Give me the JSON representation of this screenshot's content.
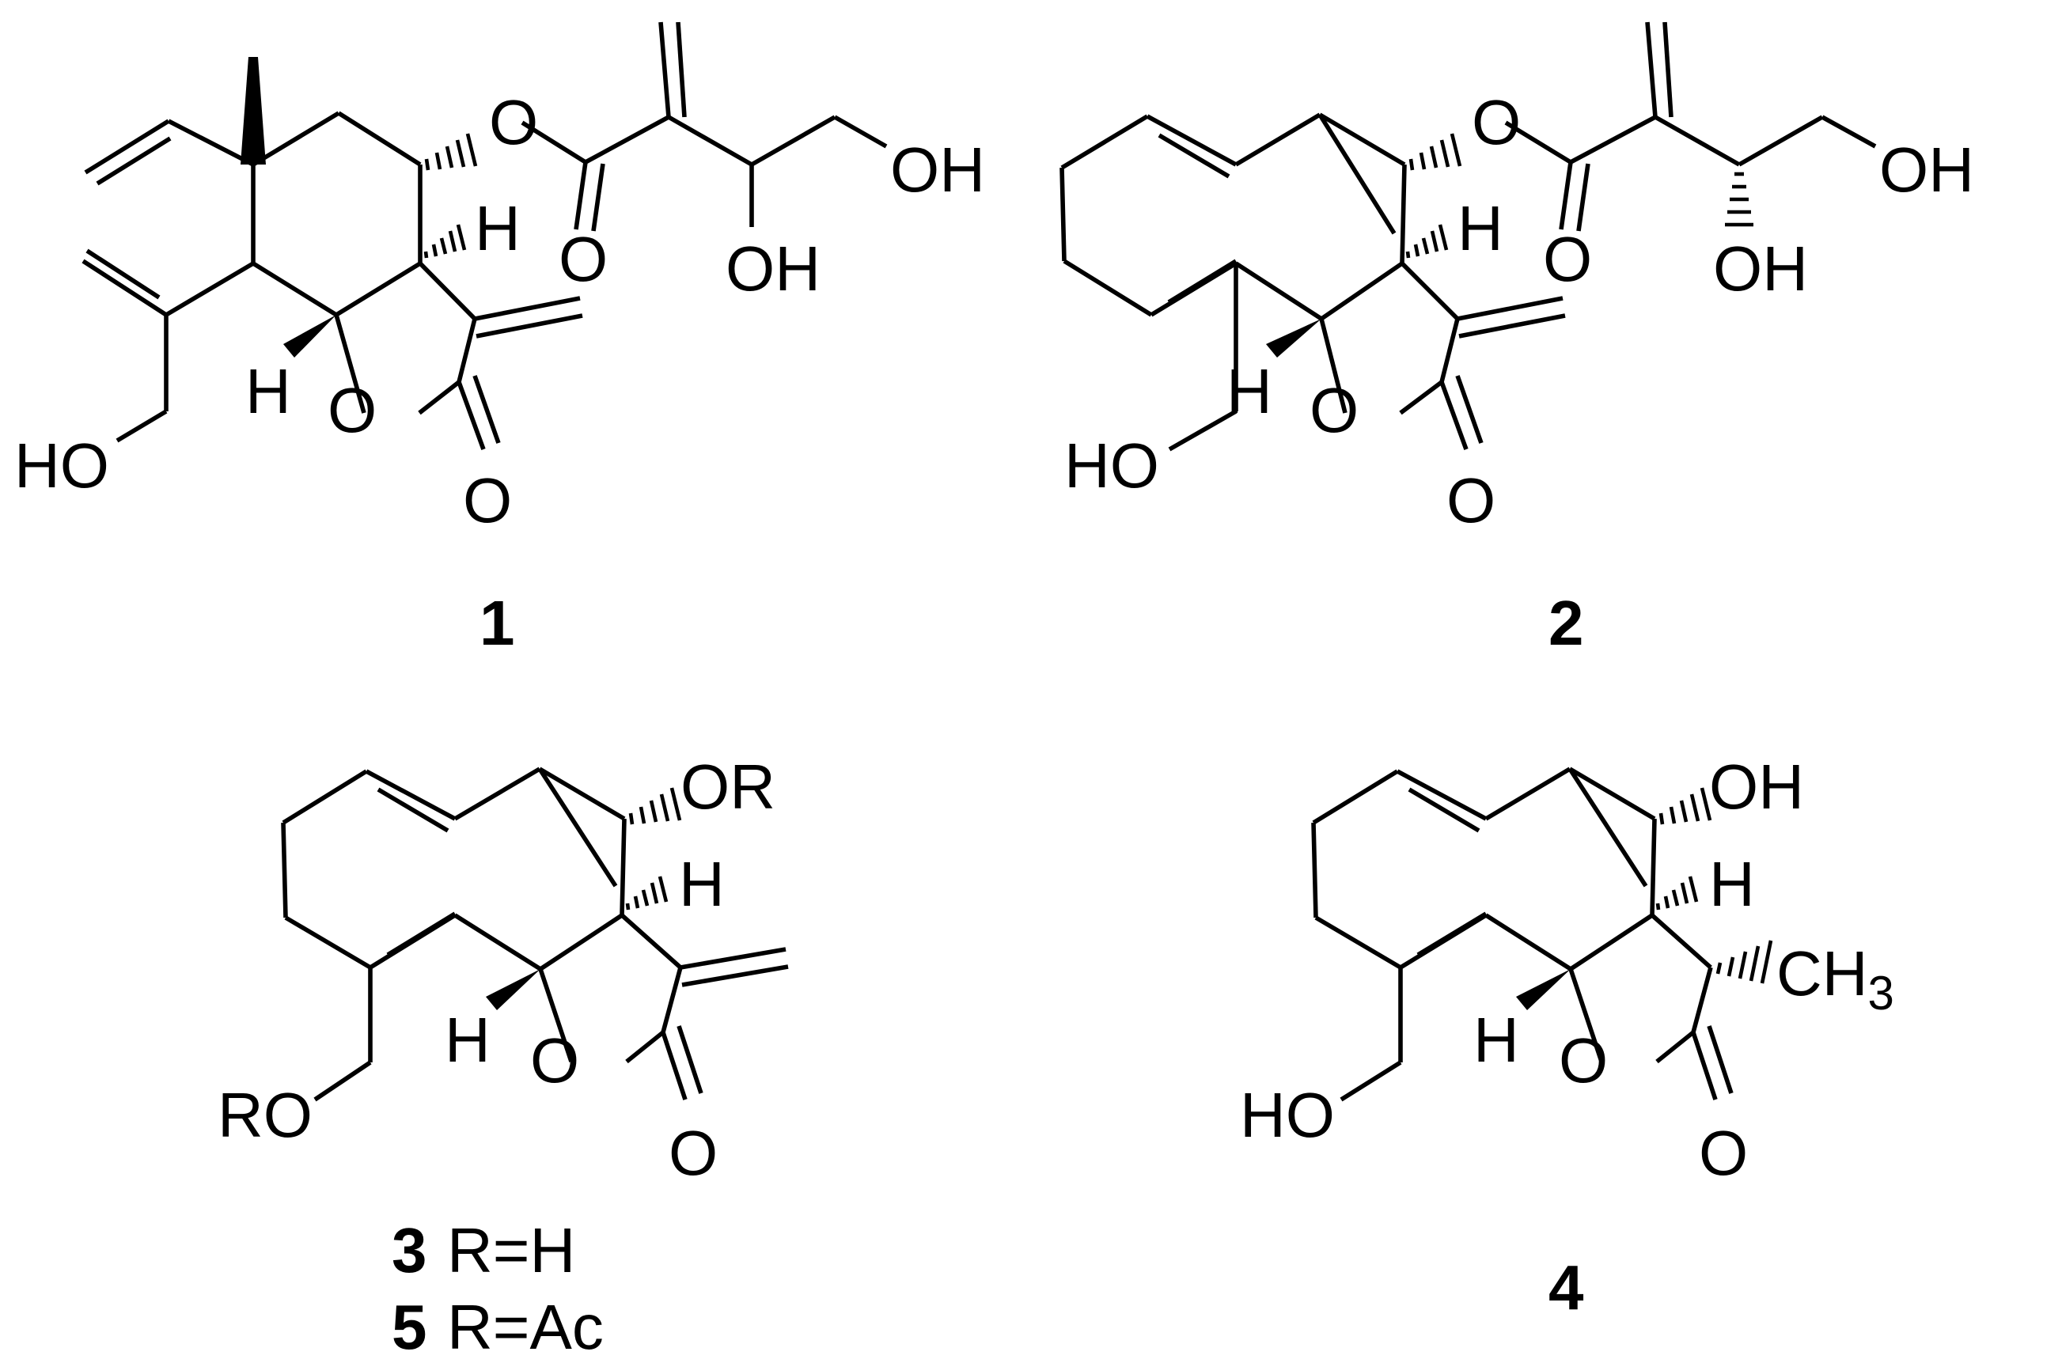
{
  "compounds": [
    {
      "number": "1",
      "atoms": {
        "ester_o": "O",
        "h_upper": "H",
        "carbonyl_o_ester": "O",
        "oh_terminal": "OH",
        "oh_secondary": "OH",
        "h_lower": "H",
        "ring_o": "O",
        "ho": "HO",
        "lactone_o": "O"
      }
    },
    {
      "number": "2",
      "atoms": {
        "ester_o": "O",
        "h_upper": "H",
        "carbonyl_o_ester": "O",
        "oh_terminal": "OH",
        "oh_secondary": "OH",
        "h_lower": "H",
        "ring_o": "O",
        "ho": "HO",
        "lactone_o": "O"
      }
    },
    {
      "number": "3",
      "label": "R=H",
      "atoms": {
        "or": "OR",
        "h_upper": "H",
        "h_lower": "H",
        "ring_o": "O",
        "ro": "RO",
        "lactone_o": "O"
      }
    },
    {
      "number": "5",
      "label": "R=Ac"
    },
    {
      "number": "4",
      "atoms": {
        "oh": "OH",
        "h_upper": "H",
        "ch": "CH",
        "ch_sub": "3",
        "h_lower": "H",
        "ring_o": "O",
        "ho": "HO",
        "lactone_o": "O"
      }
    }
  ]
}
